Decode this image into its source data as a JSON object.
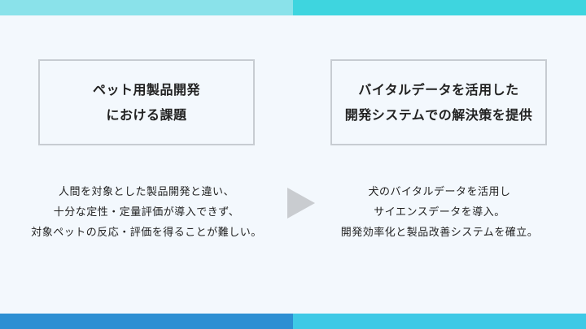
{
  "colors": {
    "top_left": "#8ae2ea",
    "top_right": "#3ed5df",
    "bottom_left": "#2d8fd3",
    "bottom_right": "#3ec9e6",
    "background": "#f3f8fd",
    "arrow": "#c9ccd0"
  },
  "left_box": {
    "lines": [
      "ペット用製品開発",
      "における課題"
    ]
  },
  "right_box": {
    "lines": [
      "バイタルデータを活用した",
      "開発システムでの解決策を提供"
    ]
  },
  "left_desc": {
    "lines": [
      "人間を対象とした製品開発と違い、",
      "十分な定性・定量評価が導入できず、",
      "対象ペットの反応・評価を得ることが難しい。"
    ]
  },
  "right_desc": {
    "lines": [
      "犬のバイタルデータを活用し",
      "サイエンスデータを導入。",
      "開発効率化と製品改善システムを確立。"
    ]
  },
  "arrow_icon": "play-triangle-icon"
}
